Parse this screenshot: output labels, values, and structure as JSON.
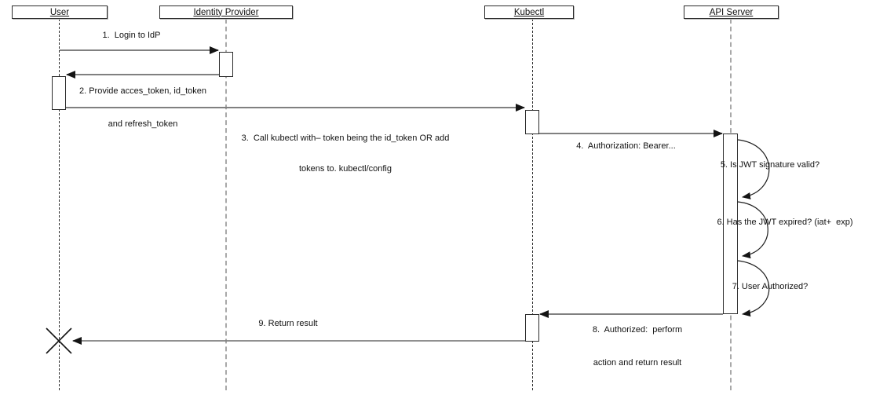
{
  "actors": [
    {
      "label": "User"
    },
    {
      "label": "Identity Provider"
    },
    {
      "label": "Kubectl"
    },
    {
      "label": "API Server"
    }
  ],
  "messages": [
    {
      "num": 1,
      "label": "1.  Login to IdP",
      "from": "User",
      "to": "Identity Provider",
      "type": "call"
    },
    {
      "num": 2,
      "label": "2. Provide acces_token, id_token",
      "label2": "and refresh_token",
      "from": "Identity Provider",
      "to": "User",
      "type": "return"
    },
    {
      "num": 3,
      "label": "3.  Call kubectl with– token being the id_token OR add",
      "label2": "tokens to. kubectl/config",
      "from": "User",
      "to": "Kubectl",
      "type": "call"
    },
    {
      "num": 4,
      "label": "4.  Authorization: Bearer...",
      "from": "Kubectl",
      "to": "API Server",
      "type": "call"
    },
    {
      "num": 5,
      "label": "5. Is JWT signature valid?",
      "from": "API Server",
      "to": "API Server",
      "type": "self"
    },
    {
      "num": 6,
      "label": "6. Has the JWT expired? (iat+  exp)",
      "from": "API Server",
      "to": "API Server",
      "type": "self"
    },
    {
      "num": 7,
      "label": "7. User Authorized?",
      "from": "API Server",
      "to": "API Server",
      "type": "self"
    },
    {
      "num": 8,
      "label": "8.  Authorized:  perform",
      "label2": "action and return result",
      "from": "API Server",
      "to": "Kubectl",
      "type": "return"
    },
    {
      "num": 9,
      "label": "9. Return result",
      "from": "Kubectl",
      "to": "User",
      "type": "return"
    }
  ],
  "colors": {
    "background": "#ffffff",
    "text": "#111111",
    "box_border": "#2b2b2b",
    "lifeline_dark": "#2e2e2e",
    "lifeline_gray": "#a8a8a8",
    "arrow_shaft": "#808080",
    "arrow_head": "#141414"
  }
}
